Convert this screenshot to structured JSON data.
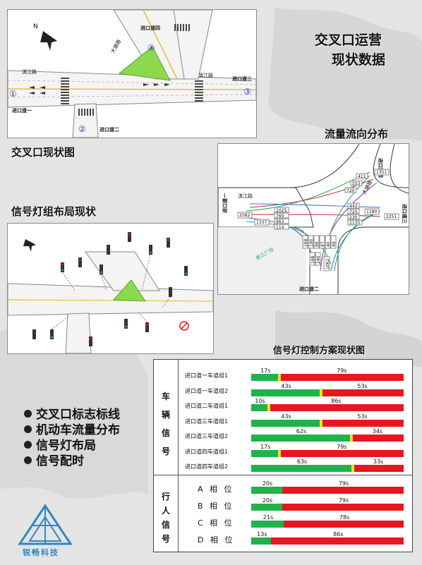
{
  "page": {
    "title_line1": "交叉口运营",
    "title_line2": "现状数据",
    "section_current_map": "交叉口现状图",
    "section_flow": "流量流向分布",
    "section_signal_layout": "信号灯组布局现状",
    "section_signal_plan": "信号灯控制方案现状图",
    "bullets": [
      "交叉口标志标线",
      "机动车流量分布",
      "信号灯布局",
      "信号配时"
    ],
    "logo": "锐畅科技",
    "colors": {
      "green": "#22b14c",
      "yellow": "#f5e216",
      "red": "#e8161e",
      "flow_green": "#2db24a"
    }
  },
  "map": {
    "north": "N",
    "road_binjiang": "滨江路",
    "road_dashan": "大塘路",
    "approach1": "进口道一",
    "approach2": "进口道二",
    "approach3": "进口道三",
    "approach4": "进口道四",
    "num1": "①",
    "num2": "②",
    "num3": "③",
    "num4": "④"
  },
  "flow": {
    "approach1": "进口道一",
    "approach2": "进口道二",
    "approach3": "进口道三",
    "approach4": "进口道四",
    "road_binjiang": "滨江路",
    "road_dashan": "大塘路",
    "plaza": "青江广场",
    "in1": "2582",
    "out1": "1337",
    "v_1025": "1025",
    "v_760": "760",
    "v_963": "963",
    "v_114": "114",
    "v_1180": "1180",
    "v_2251": "2251",
    "v_1135": "1135",
    "v_443": "443",
    "v_725": "725",
    "v_230": "230",
    "v_1351": "1351",
    "v_411": "411",
    "v_553": "553",
    "v_720": "720",
    "v_168": "168",
    "v_190": "190",
    "v_96": "96",
    "v_87": "87",
    "v_40": "40",
    "v_49": "49",
    "v_188": "188",
    "v_240": "240",
    "v_1062": "1062"
  },
  "signal_plan": {
    "vehicle_label": [
      "车",
      "辆",
      "信",
      "号"
    ],
    "pedestrian_label": [
      "行",
      "人",
      "信",
      "号"
    ],
    "vehicle_rows": [
      {
        "label": "进口道一车道组1",
        "green": 17,
        "red": 79
      },
      {
        "label": "进口道一车道组2",
        "green": 43,
        "red": 53
      },
      {
        "label": "进口道二车道组1",
        "green": 10,
        "red": 86
      },
      {
        "label": "进口道三车道组1",
        "green": 43,
        "red": 53
      },
      {
        "label": "进口道三车道组2",
        "green": 62,
        "red": 34
      },
      {
        "label": "进口道四车道组1",
        "green": 17,
        "red": 79
      },
      {
        "label": "进口道四车道组2",
        "green": 63,
        "red": 33
      }
    ],
    "pedestrian_rows": [
      {
        "label": "A 相 位",
        "green": 20,
        "red": 79
      },
      {
        "label": "B 相 位",
        "green": 20,
        "red": 79
      },
      {
        "label": "C 相 位",
        "green": 21,
        "red": 78
      },
      {
        "label": "D 相 位",
        "green": 13,
        "red": 86
      }
    ],
    "unit": "s"
  }
}
